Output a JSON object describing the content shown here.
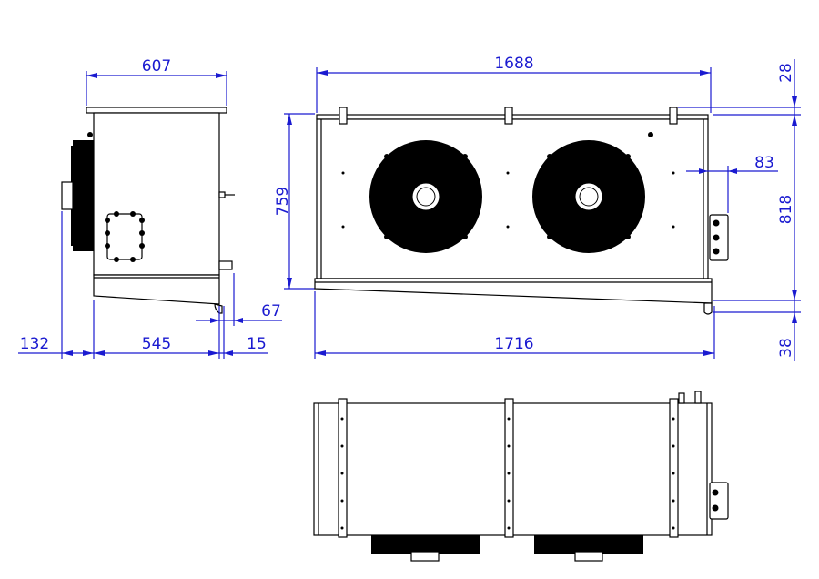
{
  "colors": {
    "dimension": "#1a1ad0",
    "outline": "#000000"
  },
  "dimensions": {
    "side_width": "607",
    "side_height": "759",
    "drain_offset": "67",
    "fan_depth": "132",
    "body_depth": "545",
    "drain_extra": "15",
    "front_top_length": "1688",
    "front_total_length": "1716",
    "bracket_height": "28",
    "front_height": "818",
    "drain_height": "38",
    "junction_box_depth": "83"
  }
}
